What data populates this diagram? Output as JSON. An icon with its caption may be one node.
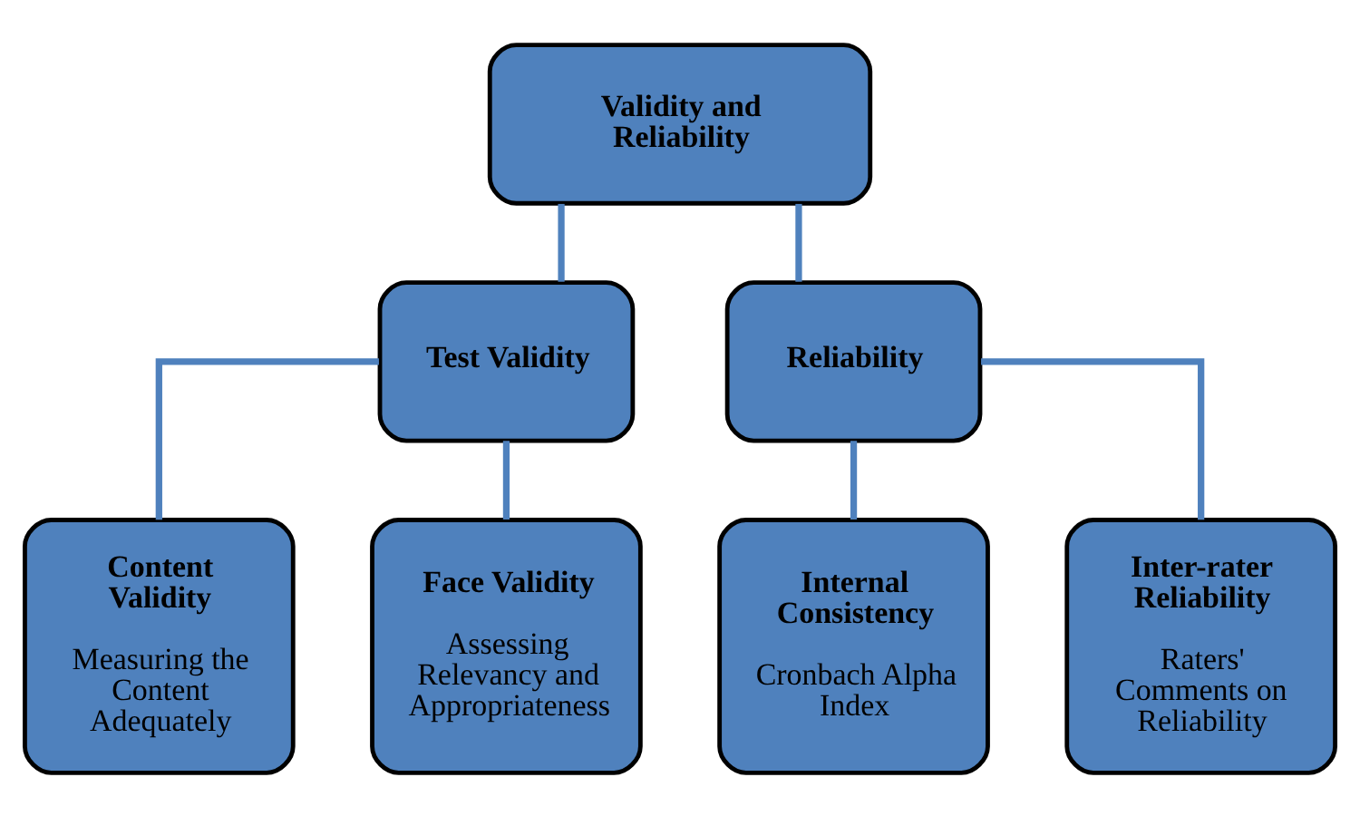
{
  "diagram": {
    "nodes": [
      {
        "text": [
          "Validity and Reliability"
        ]
      },
      {
        "text": [
          "Test Validity"
        ]
      },
      {
        "text": [
          "Reliability"
        ]
      },
      {
        "text": [
          "Content Validity",
          "Measuring the Content Adequately"
        ]
      },
      {
        "text": [
          "Face Validity",
          "Assessing Relevancy and Appropriateness"
        ]
      },
      {
        "text": [
          "Internal Consistency",
          "Cronbach Alpha Index"
        ]
      },
      {
        "text": [
          "Inter-rater Reliability",
          "Raters' Comments on Reliability"
        ]
      }
    ],
    "edges": [
      {
        "from": 0,
        "to": 1,
        "arrow": "none"
      },
      {
        "from": 0,
        "to": 2,
        "arrow": "none"
      },
      {
        "from": 1,
        "to": 3,
        "arrow": "none"
      },
      {
        "from": 1,
        "to": 4,
        "arrow": "none"
      },
      {
        "from": 2,
        "to": 5,
        "arrow": "none"
      },
      {
        "from": 2,
        "to": 6,
        "arrow": "none"
      }
    ]
  }
}
